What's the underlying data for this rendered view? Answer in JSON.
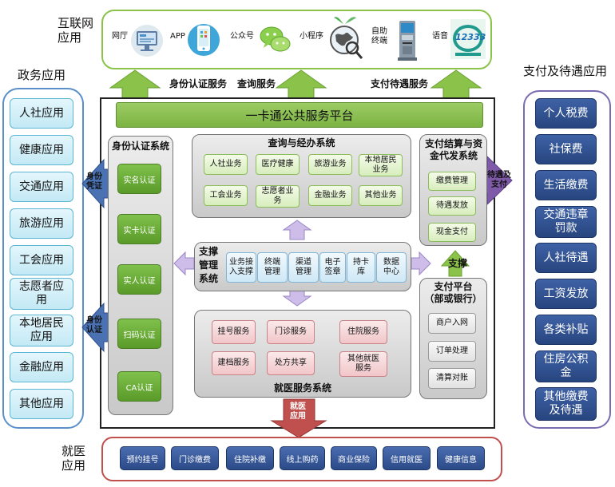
{
  "top_channels": {
    "title": "互联网\n应用",
    "items": [
      {
        "label": "网厅",
        "icon": "web-hall-screen-icon"
      },
      {
        "label": "APP",
        "icon": "mobile-app-icon"
      },
      {
        "label": "公众号",
        "icon": "wechat-icon"
      },
      {
        "label": "小程序",
        "icon": "mini-program-globe-icon"
      },
      {
        "label": "自助\n终端",
        "icon": "self-service-kiosk-icon"
      },
      {
        "label": "语音",
        "icon": "hotline-12333-icon"
      }
    ],
    "hotline_text": "12333"
  },
  "up_arrows": [
    "身份认证服务",
    "查询服务",
    "支付待遇服务"
  ],
  "platform_title": "一卡通公共服务平台",
  "left_column": {
    "title": "政务应用",
    "items": [
      "人社应用",
      "健康应用",
      "交通应用",
      "旅游应用",
      "工会应用",
      "志愿者应用",
      "本地居民应用",
      "金融应用",
      "其他应用"
    ]
  },
  "right_column": {
    "title": "支付及待遇应用",
    "items": [
      "个人税费",
      "社保费",
      "生活缴费",
      "交通违章罚款",
      "人社待遇",
      "工资发放",
      "各类补贴",
      "住房公积金",
      "其他缴费及待遇"
    ]
  },
  "identity_system": {
    "title": "身份认证系统",
    "items": [
      "实名认证",
      "实卡认证",
      "实人认证",
      "扫码认证",
      "CA认证"
    ]
  },
  "left_arrows": [
    "身份\n凭证",
    "身份\n认证"
  ],
  "query_system": {
    "title": "查询与经办系统",
    "items": [
      "人社业务",
      "医疗健康",
      "旅游业务",
      "本地居民业务",
      "工会业务",
      "志愿者业务",
      "金融业务",
      "其他业务"
    ]
  },
  "support_system": {
    "title": "支撑\n管理\n系统",
    "items": [
      "业务接入支撑",
      "终端管理",
      "渠道管理",
      "电子签章",
      "持卡库",
      "数据中心"
    ],
    "right_arrow": "支撑"
  },
  "medical_system": {
    "title": "就医服务系统",
    "items": [
      "挂号服务",
      "门诊服务",
      "住院服务",
      "建档服务",
      "处方共享",
      "其他就医服务"
    ],
    "down_arrow": "就医\n应用"
  },
  "payment_system": {
    "title": "支付结算与资金代发系统",
    "items": [
      "缴费管理",
      "待遇发放",
      "现金支付"
    ],
    "right_arrow": "待遇及\n支付"
  },
  "payment_platform": {
    "title": "支付平台\n（部或银行）",
    "items": [
      "商户入网",
      "订单处理",
      "清算对账"
    ]
  },
  "bottom_row": {
    "title": "就医\n应用",
    "items": [
      "预约挂号",
      "门诊缴费",
      "住院补缴",
      "线上购药",
      "商业保险",
      "信用就医",
      "健康信息"
    ]
  },
  "colors": {
    "green": "#8bc34a",
    "dark_green": "#6aa233",
    "blue_frame": "#5b8fc9",
    "purple_frame": "#7b6bb0",
    "red_frame": "#c0504d",
    "navy": "#2f4f8f",
    "light_blue": "#c9ecf6",
    "lavender": "#cdbde8"
  }
}
